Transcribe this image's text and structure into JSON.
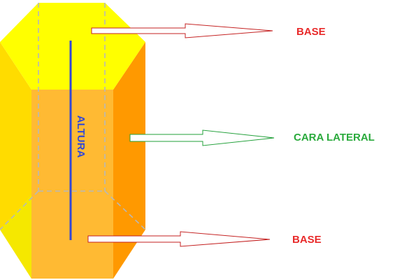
{
  "labels": {
    "top_base": "BASE",
    "lateral_face": "CARA LATERAL",
    "bottom_base": "BASE",
    "height": "ALTURA"
  },
  "colors": {
    "top_face": "#FFFF00",
    "front_face": "#FFBA33",
    "left_face": "#FFDC00",
    "right_face": "#FF9900",
    "bottom_left_face": "#F5E800",
    "hidden_edges": "#B8B8B8",
    "height_line": "#3348D6",
    "base_label": "#E82A2A",
    "lateral_label": "#2AAA3C",
    "base_arrow": "#C42020",
    "lateral_arrow": "#22A03A"
  }
}
